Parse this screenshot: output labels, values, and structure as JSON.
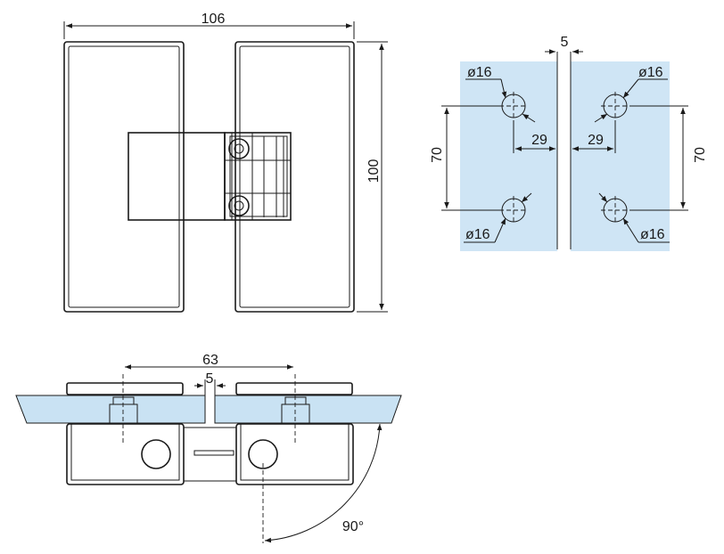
{
  "front_view": {
    "width_label": "106",
    "height_label": "100"
  },
  "hole_pattern": {
    "gap_label": "5",
    "hole_labels": [
      "ø16",
      "ø16",
      "ø16",
      "ø16"
    ],
    "offset_left_label": "29",
    "offset_right_label": "29",
    "spacing_left_label": "70",
    "spacing_right_label": "70",
    "colors": {
      "glass": "#c9e2f3",
      "line": "#1a1a1a"
    }
  },
  "bottom_view": {
    "centers_label": "63",
    "gap_label": "5",
    "angle_label": "90°"
  }
}
